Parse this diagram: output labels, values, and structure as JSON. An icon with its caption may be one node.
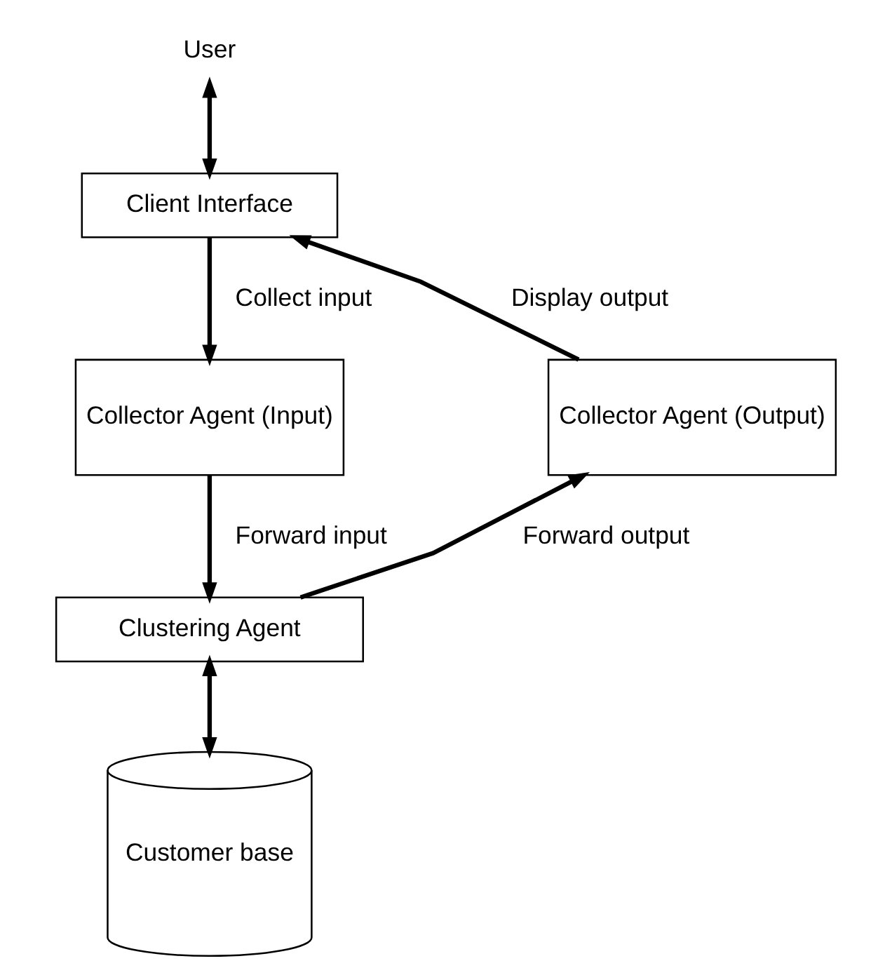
{
  "diagram": {
    "nodes": [
      {
        "text": [
          "User"
        ]
      },
      {
        "text": [
          "Client Interface"
        ]
      },
      {
        "text": [
          "Collector Agent (Input)"
        ]
      },
      {
        "text": [
          "Collector Agent (Output)"
        ]
      },
      {
        "text": [
          "Clustering Agent"
        ]
      },
      {
        "text": [
          "Customer base"
        ]
      }
    ],
    "edges": [
      {
        "from": 0,
        "to": 1,
        "arrow": "both"
      },
      {
        "from": 1,
        "to": 2,
        "arrow": "to",
        "label": "Collect input"
      },
      {
        "from": 2,
        "to": 4,
        "arrow": "to",
        "label": "Forward input"
      },
      {
        "from": 4,
        "to": 3,
        "arrow": "to",
        "label": "Forward output"
      },
      {
        "from": 3,
        "to": 1,
        "arrow": "to",
        "label": "Display output"
      },
      {
        "from": 4,
        "to": 5,
        "arrow": "both"
      }
    ]
  }
}
